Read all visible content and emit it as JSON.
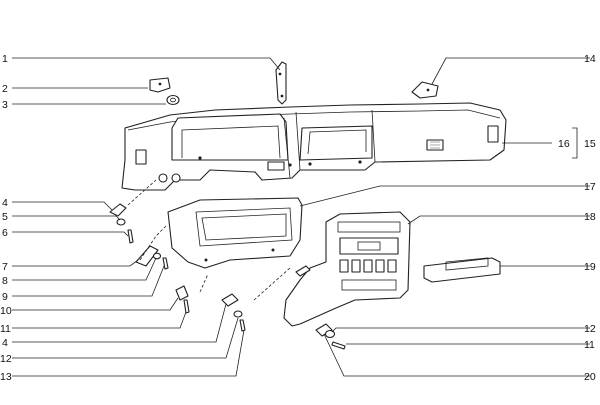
{
  "callouts": {
    "c1": "1",
    "c2": "2",
    "c3": "3",
    "c4a": "4",
    "c5": "5",
    "c6": "6",
    "c7": "7",
    "c8": "8",
    "c9": "9",
    "c10": "10",
    "c11a": "11",
    "c4b": "4",
    "c12a": "12",
    "c13": "13",
    "c14": "14",
    "c15": "15",
    "c16": "16",
    "c17": "17",
    "c18": "18",
    "c19": "19",
    "c12b": "12",
    "c11b": "11",
    "c20": "20"
  }
}
